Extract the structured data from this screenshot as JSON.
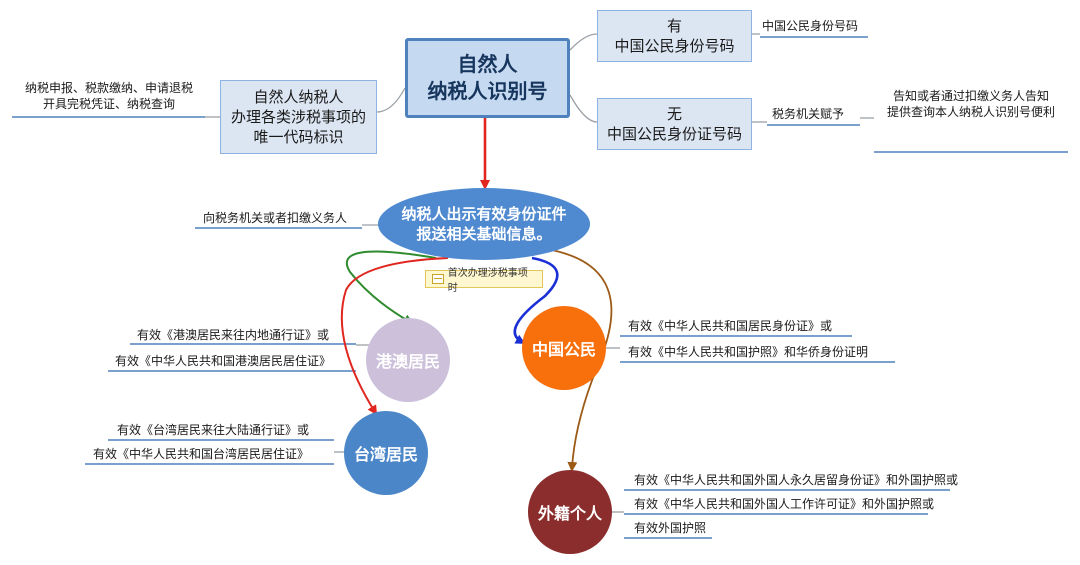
{
  "center": {
    "line1": "自然人",
    "line2": "纳税人识别号"
  },
  "left": {
    "box": {
      "line1": "自然人纳税人",
      "line2": "办理各类涉税事项的",
      "line3": "唯一代码标识"
    },
    "leaf": {
      "line1": "纳税申报、税款缴纳、申请退税",
      "line2": "开具完税凭证、纳税查询"
    }
  },
  "top_right": {
    "box": {
      "line1": "有",
      "line2": "中国公民身份号码"
    },
    "leaf": "中国公民身份号码"
  },
  "mid_right": {
    "box": {
      "line1": "无",
      "line2": "中国公民身份证号码"
    },
    "leaf": "税务机关赋予",
    "leaf2": {
      "line1": "告知或者通过扣缴义务人告知",
      "line2": "提供查询本人纳税人识别号便利"
    }
  },
  "hub": {
    "line1": "纳税人出示有效身份证件",
    "line2": "报送相关基础信息。",
    "leaf": "向税务机关或者扣缴义务人",
    "note": "首次办理涉税事项时"
  },
  "hk_macau": {
    "label": "港澳居民",
    "docs": [
      "有效《港澳居民来往内地通行证》或",
      "有效《中华人民共和国港澳居民居住证》"
    ]
  },
  "taiwan": {
    "label": "台湾居民",
    "docs": [
      "有效《台湾居民来往大陆通行证》或",
      "有效《中华人民共和国台湾居民居住证》"
    ]
  },
  "chinese": {
    "label": "中国公民",
    "docs": [
      "有效《中华人民共和国居民身份证》或",
      "有效《中华人民共和国护照》和华侨身份证明"
    ]
  },
  "foreign": {
    "label": "外籍个人",
    "docs": [
      "有效《中华人民共和国外国人永久居留身份证》和外国护照或",
      "有效《中华人民共和国外国人工作许可证》和外国护照或",
      "有效外国护照"
    ]
  },
  "colors": {
    "red_arrow": "#e0261f",
    "green_arrow": "#2e8b2e",
    "blue_arrow": "#1a2fd6",
    "brown_arrow": "#9c5a16",
    "connector": "#9aa0a6",
    "leaf_underline": "#4f81bd",
    "hk_circle": "#ccc0da",
    "taiwan_circle": "#4a86c8",
    "chinese_circle": "#f7700c",
    "foreign_circle": "#8b2d2d"
  }
}
